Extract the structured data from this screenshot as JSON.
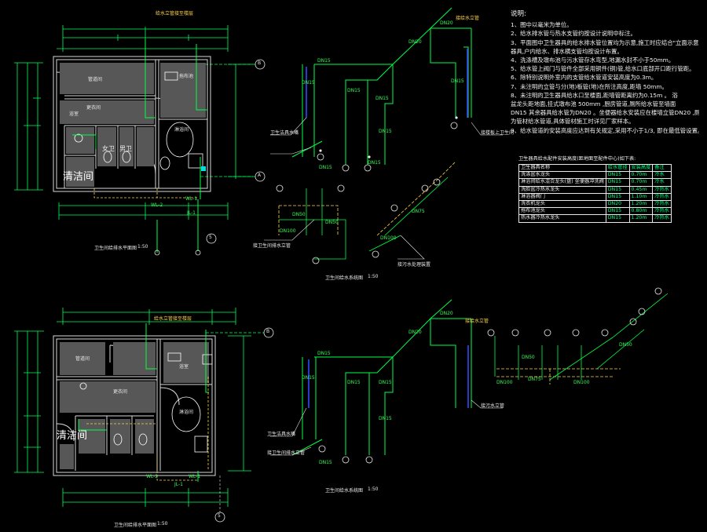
{
  "notes": {
    "title": "说明:",
    "lines": [
      "1、图中以毫米为单位。",
      "2、给水排水管与热水支管约按设计说明中标注。",
      "3、平面图中卫生器具的给水排水管位置均为示意,施工时应结合\"立面示意\"的选用",
      "器具,户内给水、排水横支管均按设计布置。",
      "4、洗涤槽及墩布池与污水管存水弯型,地漏水封不小于50mm。",
      "5、给水管上阀门与管件全部采用铜件(铜)管,给水口底部开口距行管距。",
      "6、除特别说明外室内的支管给水管道安装高度为0.3m。",
      "7、未注明的立管与分(地)板管(地)在所注高度,距墙 50mm。",
      "8、未注明的卫生器具给水口至楼面,距墙管距离约为0.15m 。  浴",
      "盆龙头距地面,挂式墩布池  500mm ,厨房管道,厕所给水管至墙面",
      "DN15  其余器具给水管为DN20 。坐便器给水安装应在楼墙立管DN20  ,厕所器具",
      "为管材给水管道,具体管材施工时详见厂家样本。",
      "9、给水管道的安装高度应达到有关规定,采用不小于1/3, 即在最低管设置。"
    ]
  },
  "fixture_table": {
    "caption": "卫生器具给水配件安装高度(距地面至配件中心)如下表:",
    "rows": [
      [
        "卫生器具名称",
        "给水管径",
        "安装高度",
        "备注"
      ],
      [
        "洗涤盆水龙头",
        "DN15",
        "0.70m",
        "冷水"
      ],
      [
        "淋浴间给水混合龙头(盘) 坐便器冲洗阀",
        "DN15",
        "0.70m",
        "冷水"
      ],
      [
        "洗脸盆冷热水龙头",
        "DN15",
        "0.45m",
        "冷热水"
      ],
      [
        "淋浴器阀门",
        "DN15",
        "1.10m",
        "冷热水"
      ],
      [
        "洗衣机龙头",
        "DN20",
        "1.20m",
        "冷热水"
      ],
      [
        "拖布池龙头",
        "DN15",
        "0.80m",
        "冷热水"
      ],
      [
        "热水器冷热水龙头",
        "DN15",
        "1.20m",
        "冷热水"
      ]
    ]
  },
  "plan_top": {
    "title": "卫生间给排水平面图",
    "scale": "1:50",
    "room_labels": [
      "管道间",
      "更衣间",
      "女卫",
      "男卫",
      "淋浴间",
      "拖布池",
      "浴室",
      "清洁间"
    ],
    "axis_markers": [
      "B",
      "A",
      "5"
    ],
    "riser_labels": [
      "WL-2",
      "WL-1",
      "JL-1"
    ],
    "note": "给水立管接至楼层"
  },
  "plan_bottom": {
    "title": "卫生间给排水平面图",
    "scale": "1:50",
    "room_labels": [
      "管道间",
      "更衣间",
      "浴室",
      "淋浴间",
      "清洁间"
    ],
    "axis_markers": [
      "B",
      "5"
    ],
    "riser_labels": [
      "WL-2",
      "WL-1",
      "JL-1"
    ],
    "note": "给水立管接至楼层"
  },
  "iso_top": {
    "title": "卫生间给水系统图",
    "scale": "1:50",
    "pipe_labels": [
      "DN15",
      "DN20",
      "DN15",
      "DN15",
      "DN15",
      "DN15",
      "DN15",
      "DN15",
      "DN20",
      "DN15"
    ],
    "drain_labels": [
      "DN100",
      "DN50",
      "DN50",
      "DN75",
      "DN100"
    ],
    "callouts": [
      "接给水立管",
      "卫生洁具水嘴",
      "接卫生间排水立管",
      "接污水处理装置",
      "接楼板上卫生间"
    ]
  },
  "iso_bottom": {
    "title": "卫生间给水系统图",
    "scale": "1:50",
    "pipe_labels": [
      "DN15",
      "DN20",
      "DN15",
      "DN15",
      "DN15",
      "DN15",
      "DN15",
      "DN20"
    ],
    "drain_labels": [
      "DN100",
      "DN50",
      "DN75",
      "DN100",
      "DN50"
    ],
    "callouts": [
      "接给水立管",
      "卫生洁具水嘴",
      "接卫生间排水立管",
      "接污水立管"
    ]
  },
  "colors": {
    "background": "#000000",
    "wall": "#d9d9d9",
    "dimension": "#00ff5a",
    "pipe": "#00ff44",
    "text": "#f0f0f0",
    "yellow": "#ffd24a",
    "blue": "#2f4bff",
    "grey_fill": "#575757"
  }
}
